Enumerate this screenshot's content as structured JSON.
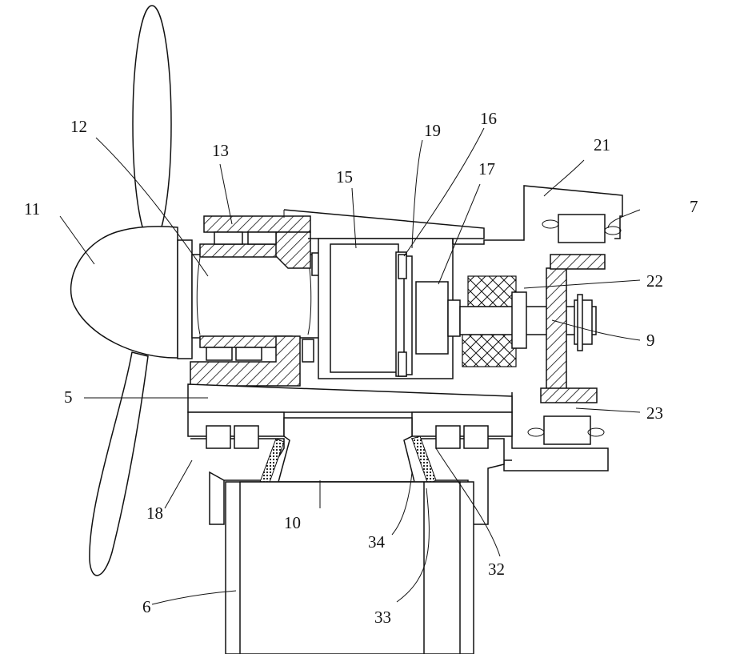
{
  "labels": {
    "l5": "5",
    "l6": "6",
    "l7": "7",
    "l9": "9",
    "l10": "10",
    "l11": "11",
    "l12": "12",
    "l13": "13",
    "l15": "15",
    "l16": "16",
    "l17": "17",
    "l18": "18",
    "l19": "19",
    "l21": "21",
    "l22": "22",
    "l23": "23",
    "l32": "32",
    "l33": "33",
    "l34": "34"
  }
}
